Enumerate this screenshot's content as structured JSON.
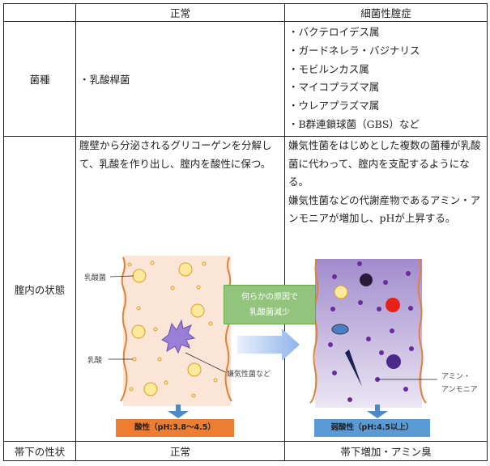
{
  "headers": {
    "blank": "",
    "normal": "正常",
    "bv": "細菌性腟症"
  },
  "species": {
    "label": "菌種",
    "normal": "・乳酸桿菌",
    "bv": [
      "・バクテロイデス属",
      "・ガードネレラ・バジナリス",
      "・モビルンカス属",
      "・マイコプラズマ属",
      "・ウレアプラズマ属",
      "・B群連鎖球菌（GBS）など"
    ]
  },
  "vaginal_state": {
    "label": "腟内の状態",
    "normal_text": "腟壁から分泌されるグリコーゲンを分解して、乳酸を作り出し、腟内を酸性に保つ。",
    "bv_text": [
      "嫌気性菌をはじめとした複数の菌種が乳酸菌に代わって、腟内を支配するようになる。",
      "嫌気性菌などの代謝産物であるアミン・アンモニアが増加し、pHが上昇する。"
    ],
    "diagram": {
      "lactobacillus": "乳酸菌",
      "lactic_acid": "乳酸",
      "anaerobes": "嫌気性菌など",
      "cause_line1": "何らかの原因で",
      "cause_line2": "乳酸菌減少",
      "amine_line1": "アミン・",
      "amine_line2": "アンモニア",
      "acidic": "酸性（pH:3.8〜4.5）",
      "weak_acidic": "弱酸性（pH:4.5以上）"
    }
  },
  "discharge": {
    "label": "帯下の性状",
    "normal": "正常",
    "bv": "帯下増加・アミン臭"
  },
  "colors": {
    "normal_bg": "#fbe5d6",
    "bv_bg": "#a58fd0",
    "acid_box": "#ed7d31",
    "weak_box": "#5b9bd5",
    "cause_box": "#92c47d"
  }
}
